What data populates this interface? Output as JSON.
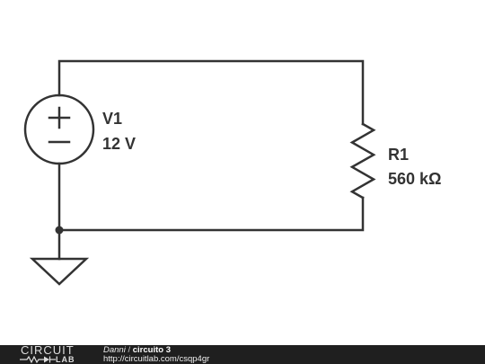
{
  "components": {
    "v1": {
      "name": "V1",
      "value": "12 V"
    },
    "r1": {
      "name": "R1",
      "value": "560 kΩ"
    }
  },
  "footer": {
    "logo_top": "CIRCUIT",
    "logo_bottom": "LAB",
    "author": "Danni",
    "separator": "/",
    "title": "circuito 3",
    "url": "http://circuitlab.com/csqp4gr"
  },
  "colors": {
    "wire": "#333333",
    "footer_bg": "#1f1f1f"
  }
}
